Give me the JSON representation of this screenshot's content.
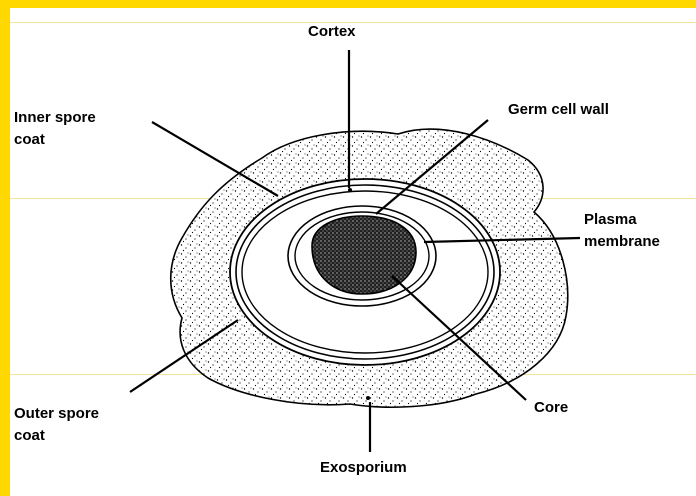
{
  "diagram": {
    "labels": {
      "cortex": "Cortex",
      "inner_spore_coat_1": "Inner spore",
      "inner_spore_coat_2": "coat",
      "germ_cell_wall": "Germ cell wall",
      "plasma_membrane_1": "Plasma",
      "plasma_membrane_2": "membrane",
      "outer_spore_coat_1": "Outer spore",
      "outer_spore_coat_2": "coat",
      "core": "Core",
      "exosporium": "Exosporium"
    }
  }
}
